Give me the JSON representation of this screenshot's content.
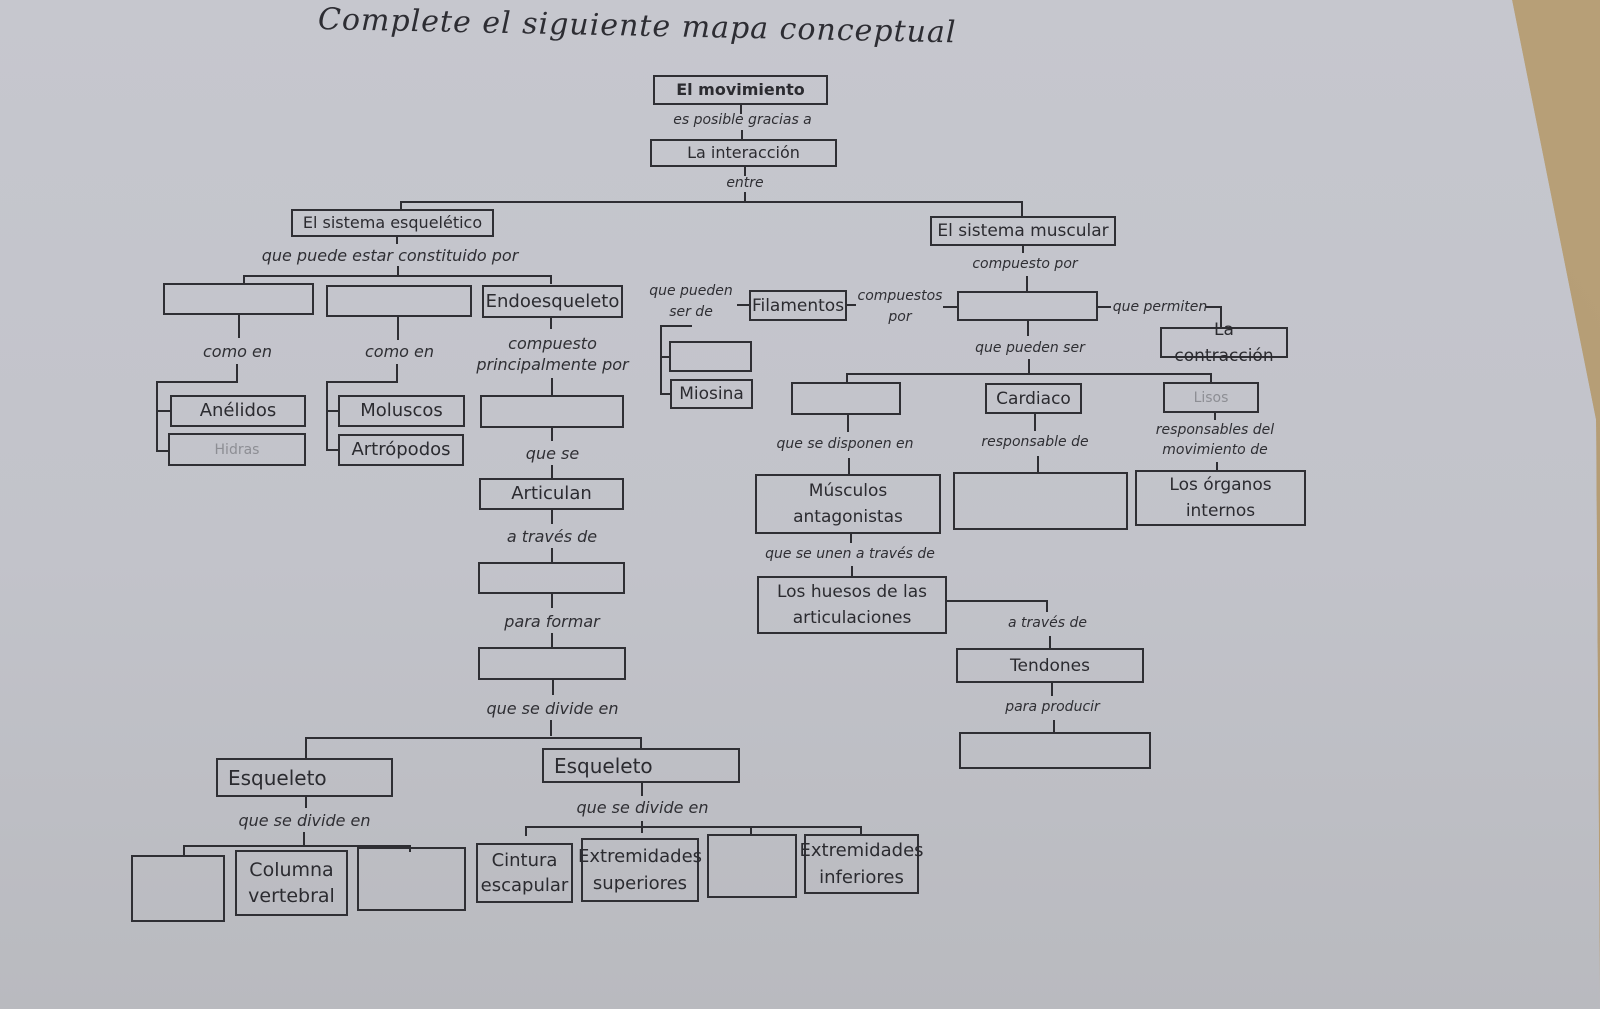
{
  "worksheet": {
    "instruction": "Complete el siguiente mapa conceptual"
  },
  "map": {
    "root": "El movimiento",
    "link_root": "es posible gracias a",
    "interaction": "La interacción",
    "link_interaction": "entre",
    "skeletal": {
      "title": "El sistema esquelético",
      "link": "que puede estar constituido por",
      "types": [
        "",
        "",
        "Endoesqueleto"
      ],
      "link_como_en_1": "como en",
      "link_como_en_2": "como en",
      "examples_1": [
        "Anélidos",
        "Hidras"
      ],
      "examples_2": [
        "Moluscos",
        "Artrópodos"
      ],
      "link_compuesto": "compuesto principalmente por",
      "link_compuesto_l1": "compuesto",
      "link_compuesto_l2": "principalmente por",
      "components_box": "",
      "link_que_se": "que se",
      "articulan": "Articulan",
      "link_a_traves": "a través de",
      "joints_box": "",
      "link_para_formar": "para formar",
      "skeleton_box": "",
      "link_divide": "que se divide en",
      "esqueleto_1": "Esqueleto",
      "esqueleto_2": "Esqueleto",
      "link_divide_1": "que se divide en",
      "link_divide_2": "que se divide en",
      "axial_parts": [
        "",
        "Columna vertebral",
        ""
      ],
      "axial_col_l1": "Columna",
      "axial_col_l2": "vertebral",
      "appendicular_parts": [
        "Cintura escapular",
        "Extremidades superiores",
        "",
        "Extremidades inferiores"
      ],
      "app_1_l1": "Cintura",
      "app_1_l2": "escapular",
      "app_2_l1": "Extremidades",
      "app_2_l2": "superiores",
      "app_4_l1": "Extremidades",
      "app_4_l2": "inferiores"
    },
    "muscular": {
      "title": "El sistema muscular",
      "link_compuesto": "compuesto por",
      "fibers_box": "",
      "link_compuestos_por_l1": "compuestos",
      "link_compuestos_por_l2": "por",
      "filamentos": "Filamentos",
      "link_pueden_ser_de_l1": "que pueden",
      "link_pueden_ser_de_l2": "ser de",
      "filament_types": [
        "",
        "Miosina"
      ],
      "link_permiten": "que permiten",
      "contraccion": "La contracción",
      "link_pueden_ser": "que pueden ser",
      "muscle_types": [
        "",
        "Cardiaco",
        "Lisos"
      ],
      "link_disponen": "que se disponen en",
      "link_responsable": "responsable de",
      "link_responsables_l1": "responsables del",
      "link_responsables_l2": "movimiento de",
      "antagonistas_l1": "Músculos",
      "antagonistas_l2": "antagonistas",
      "cardiac_target": "",
      "organos_l1": "Los órganos",
      "organos_l2": "internos",
      "link_unen": "que se unen a través de",
      "huesos_l1": "Los huesos de las",
      "huesos_l2": "articulaciones",
      "link_a_traves": "a través de",
      "tendones": "Tendones",
      "link_producir": "para producir",
      "result_box": ""
    }
  },
  "colors": {
    "paper": "#c4c5cc",
    "ink": "#2f2f34",
    "background": "#b79f77"
  }
}
